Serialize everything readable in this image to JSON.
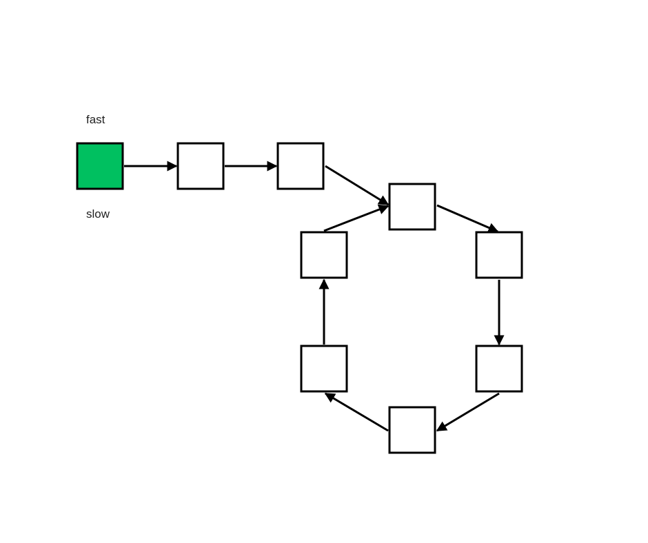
{
  "pointers": {
    "fast_label": "fast",
    "slow_label": "slow"
  },
  "colors": {
    "highlight": "#00c060",
    "node_fill": "#ffffff",
    "stroke": "#000000",
    "label_text": "#222222"
  },
  "linked_list": {
    "nodes": [
      {
        "id": "n0",
        "highlighted": true
      },
      {
        "id": "n1",
        "highlighted": false
      },
      {
        "id": "n2",
        "highlighted": false
      },
      {
        "id": "n3",
        "highlighted": false
      },
      {
        "id": "n4",
        "highlighted": false
      },
      {
        "id": "n5",
        "highlighted": false
      },
      {
        "id": "n6",
        "highlighted": false
      },
      {
        "id": "n7",
        "highlighted": false
      },
      {
        "id": "n8",
        "highlighted": false
      }
    ],
    "edges": [
      {
        "from": "n0",
        "to": "n1"
      },
      {
        "from": "n1",
        "to": "n2"
      },
      {
        "from": "n2",
        "to": "n3"
      },
      {
        "from": "n3",
        "to": "n4"
      },
      {
        "from": "n4",
        "to": "n5"
      },
      {
        "from": "n5",
        "to": "n6"
      },
      {
        "from": "n6",
        "to": "n7"
      },
      {
        "from": "n7",
        "to": "n8"
      },
      {
        "from": "n8",
        "to": "n3"
      }
    ]
  }
}
